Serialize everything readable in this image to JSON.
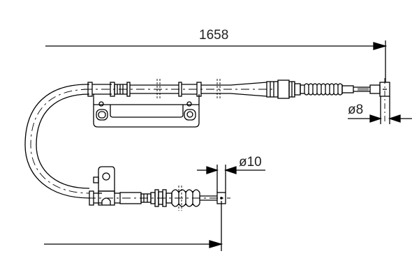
{
  "diagram": {
    "type": "parking brake cable technical drawing",
    "line_color": "#000000",
    "background": "#ffffff",
    "dimensions": {
      "overall_length": "1658",
      "end_diameter_right": "ø8",
      "end_diameter_bottom": "ø10"
    }
  }
}
